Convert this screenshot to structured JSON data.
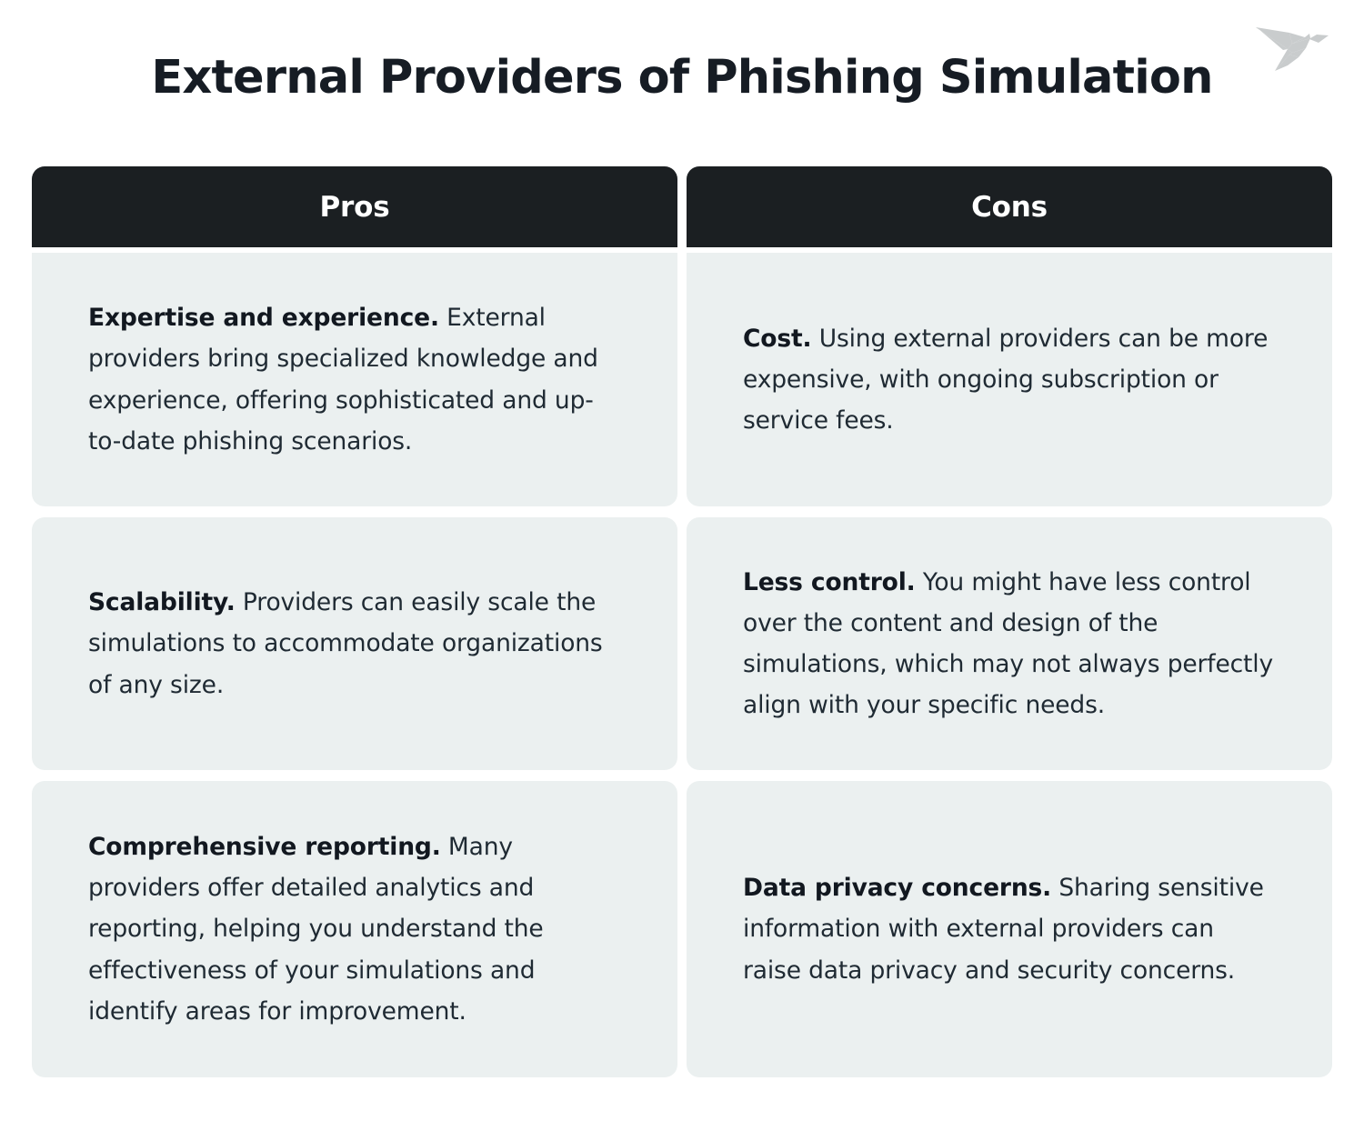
{
  "page": {
    "title": "External Providers of Phishing Simulation",
    "background_color": "#ffffff"
  },
  "logo": {
    "name": "origami-bird-logo",
    "color": "#c9cccd"
  },
  "colors": {
    "header_background": "#1b1f22",
    "header_text": "#ffffff",
    "cell_background": "#ebf0f0",
    "body_text": "#1f2a33",
    "title_text": "#161c24"
  },
  "table": {
    "columns": [
      {
        "label": "Pros"
      },
      {
        "label": "Cons"
      }
    ],
    "rows": [
      {
        "pros": {
          "lead": "Expertise and experience.",
          "body": " External providers bring specialized knowledge and experience, offering sophisticated and up-to-date phishing scenarios."
        },
        "cons": {
          "lead": "Cost.",
          "body": " Using external providers can be more expensive, with ongoing subscription or service fees."
        }
      },
      {
        "pros": {
          "lead": "Scalability.",
          "body": " Providers can easily scale the simulations to accommodate organizations of any size."
        },
        "cons": {
          "lead": "Less control.",
          "body": " You might have less control over the content and design of the simulations, which may not always perfectly align with your specific needs."
        }
      },
      {
        "pros": {
          "lead": "Comprehensive reporting.",
          "body": " Many providers offer detailed analytics and reporting, helping you understand the effectiveness of your simulations and identify areas for improvement."
        },
        "cons": {
          "lead": "Data privacy concerns.",
          "body": " Sharing sensitive information with external providers can raise data privacy and security concerns."
        }
      }
    ]
  }
}
